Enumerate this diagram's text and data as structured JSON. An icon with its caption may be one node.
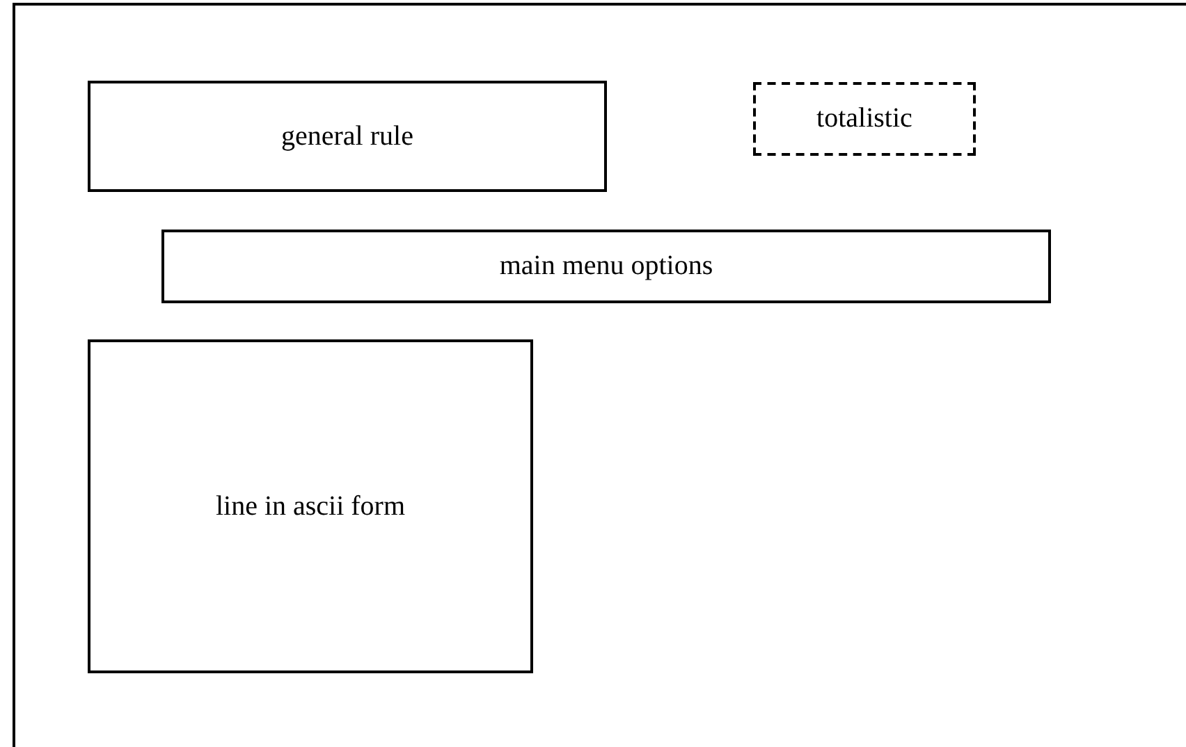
{
  "diagram": {
    "nodes": [
      {
        "text": [
          "general rule"
        ]
      },
      {
        "text": [
          "totalistic"
        ]
      },
      {
        "text": [
          "main menu options"
        ]
      },
      {
        "text": [
          "line in ascii form"
        ]
      }
    ]
  }
}
